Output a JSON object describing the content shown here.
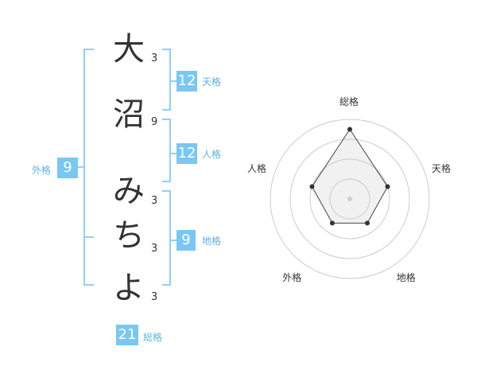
{
  "name_chars": [
    {
      "char": "大",
      "strokes": "3"
    },
    {
      "char": "沼",
      "strokes": "9"
    },
    {
      "char": "み",
      "strokes": "3"
    },
    {
      "char": "ち",
      "strokes": "3"
    },
    {
      "char": "よ",
      "strokes": "3"
    }
  ],
  "fortunes": {
    "tenkaku": {
      "value": "12",
      "label": "天格"
    },
    "jinkaku": {
      "value": "12",
      "label": "人格"
    },
    "chikaku": {
      "value": "9",
      "label": "地格"
    },
    "gaikaku": {
      "value": "9",
      "label": "外格"
    },
    "soukaku": {
      "value": "21",
      "label": "総格"
    }
  },
  "colors": {
    "accent": "#79c7f2",
    "bracket": "#8fd0f5",
    "text": "#333333"
  },
  "chart_data": {
    "type": "radar",
    "axes": [
      "総格",
      "天格",
      "地格",
      "外格",
      "人格"
    ],
    "values": [
      21,
      12,
      9,
      9,
      12
    ],
    "range": [
      0,
      24
    ],
    "rings": 4,
    "grid": true
  }
}
